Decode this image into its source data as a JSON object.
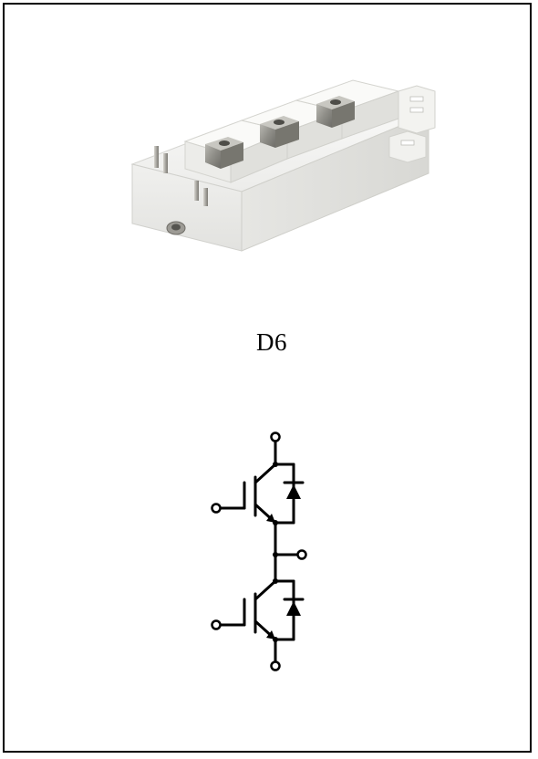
{
  "package": {
    "label": "D6"
  },
  "product_image": {
    "description_icon": "igbt-module-photo",
    "housing_color": "#f4f4f2",
    "terminal_color": "#8a8a86"
  },
  "schematic": {
    "icon": "half-bridge-igbt-schematic",
    "line_color": "#000000"
  }
}
